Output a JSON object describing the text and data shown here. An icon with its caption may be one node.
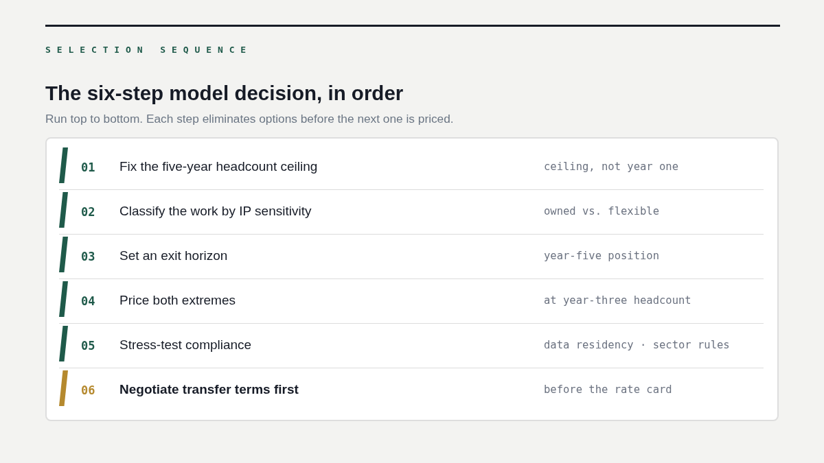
{
  "diagram": {
    "title": "The six-step model decision, in order",
    "nodes": [
      {
        "text": [],
        "shape": "box"
      },
      {
        "text": [
          "01",
          "Fix the five-year headcount ceiling",
          "ceiling, not year one"
        ],
        "in": 0
      },
      {
        "text": [
          "02",
          "Classify the work by IP sensitivity",
          "owned vs. flexible"
        ],
        "in": 0
      },
      {
        "text": [
          "03",
          "Set an exit horizon",
          "year-five position"
        ],
        "in": 0
      },
      {
        "text": [
          "04",
          "Price both extremes",
          "at year-three headcount"
        ],
        "in": 0
      },
      {
        "text": [
          "05",
          "Stress-test compliance",
          "data residency · sector rules"
        ],
        "in": 0
      },
      {
        "text": [
          "06",
          "Negotiate transfer terms first",
          "before the rate card"
        ],
        "in": 0
      }
    ],
    "labels": [
      "SELECTION SEQUENCE",
      "Run top to bottom. Each step eliminates options before the next one is priced."
    ]
  }
}
